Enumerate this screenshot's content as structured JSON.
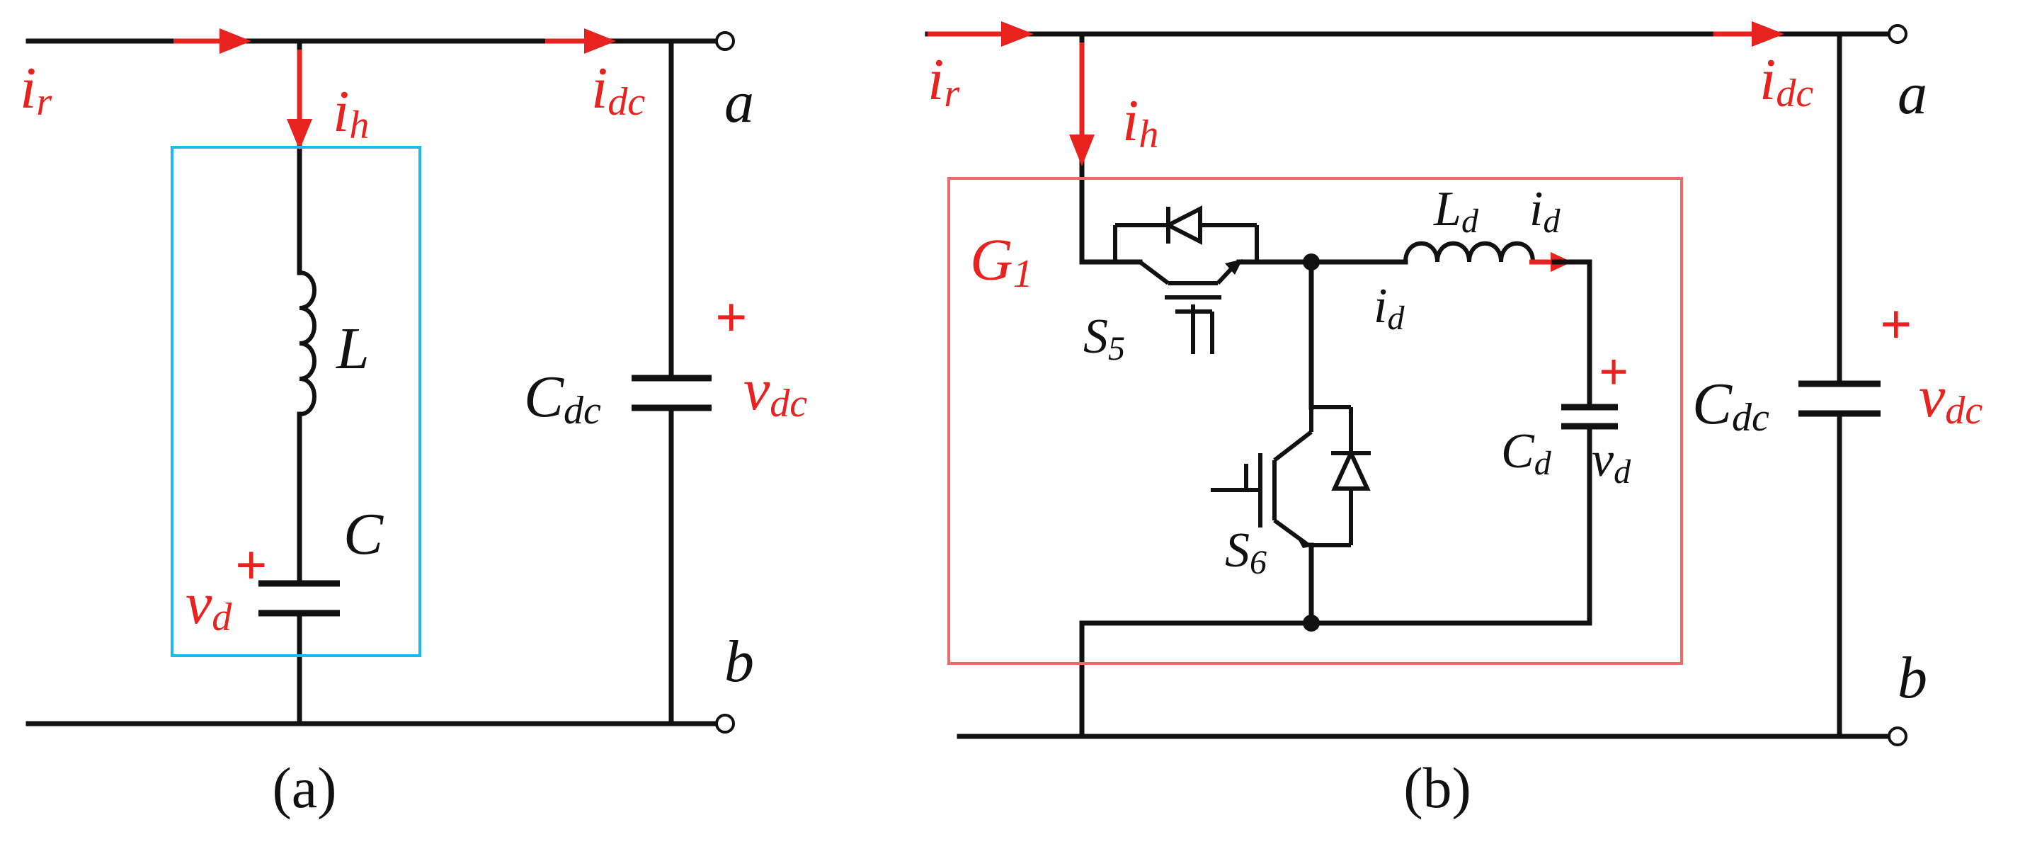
{
  "panel_a": {
    "caption": "(a)",
    "current_ir": {
      "main": "i",
      "sub": "r"
    },
    "current_ih": {
      "main": "i",
      "sub": "h"
    },
    "current_idc": {
      "main": "i",
      "sub": "dc"
    },
    "node_a": "a",
    "node_b": "b",
    "inductor_label": "L",
    "capacitor_label": "C",
    "vd_plus": "+",
    "voltage_vd": {
      "main": "v",
      "sub": "d"
    },
    "cdc_label": {
      "main": "C",
      "sub": "dc"
    },
    "vdc_plus": "+",
    "voltage_vdc": {
      "main": "v",
      "sub": "dc"
    },
    "box_color": "#1fb8e8"
  },
  "panel_b": {
    "caption": "(b)",
    "current_ir": {
      "main": "i",
      "sub": "r"
    },
    "current_ih": {
      "main": "i",
      "sub": "h"
    },
    "current_idc": {
      "main": "i",
      "sub": "dc"
    },
    "node_a": "a",
    "node_b": "b",
    "group_label": {
      "main": "G",
      "sub": "1"
    },
    "switch_s5": {
      "main": "S",
      "sub": "5"
    },
    "switch_s6": {
      "main": "S",
      "sub": "6"
    },
    "inductor_label": {
      "main": "L",
      "sub": "d"
    },
    "current_id_top": {
      "main": "i",
      "sub": "d"
    },
    "current_id_below": {
      "main": "i",
      "sub": "d"
    },
    "cd_plus": "+",
    "cd_label": {
      "main": "C",
      "sub": "d"
    },
    "voltage_vd": {
      "main": "v",
      "sub": "d"
    },
    "cdc_label": {
      "main": "C",
      "sub": "dc"
    },
    "vdc_plus": "+",
    "voltage_vdc": {
      "main": "v",
      "sub": "dc"
    },
    "box_color": "#ee6a6a"
  },
  "colors": {
    "accent_red": "#e8231f",
    "wire": "#111111"
  }
}
